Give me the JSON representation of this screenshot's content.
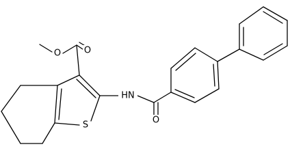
{
  "molecule": {
    "atoms": {
      "o_ester": "O",
      "o_carbonyl_ester": "O",
      "n_amide": "HN",
      "o_amide": "O",
      "s_thiophene": "S"
    }
  }
}
